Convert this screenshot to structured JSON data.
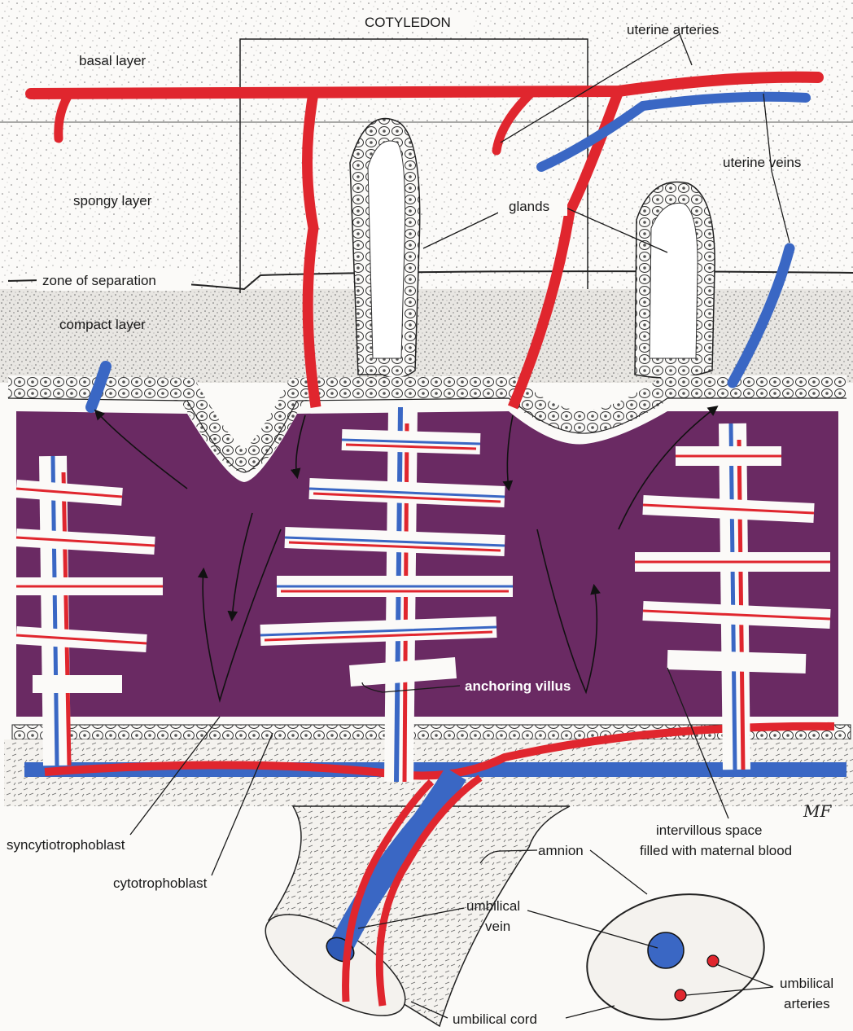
{
  "labels": {
    "cotyledon": "COTYLEDON",
    "basal_layer": "basal layer",
    "uterine_arteries": "uterine arteries",
    "uterine_veins": "uterine veins",
    "spongy_layer": "spongy layer",
    "glands": "glands",
    "zone_of_separation": "zone of separation",
    "compact_layer": "compact layer",
    "anchoring_villus": "anchoring villus",
    "syncytiotrophoblast": "syncytiotrophoblast",
    "cytotrophoblast": "cytotrophoblast",
    "intervillous_line1": "intervillous space",
    "intervillous_line2": "filled with maternal blood",
    "amnion": "amnion",
    "umbilical_vein_line1": "umbilical",
    "umbilical_vein_line2": "vein",
    "umbilical_arteries_line1": "umbilical",
    "umbilical_arteries_line2": "arteries",
    "umbilical_cord": "umbilical cord",
    "signature": "MF"
  },
  "colors": {
    "artery": "#e0262e",
    "vein": "#3a67c4",
    "intervillous": "#6a2a63",
    "tissue": "#f2f0ec",
    "line": "#1a1a1a"
  }
}
